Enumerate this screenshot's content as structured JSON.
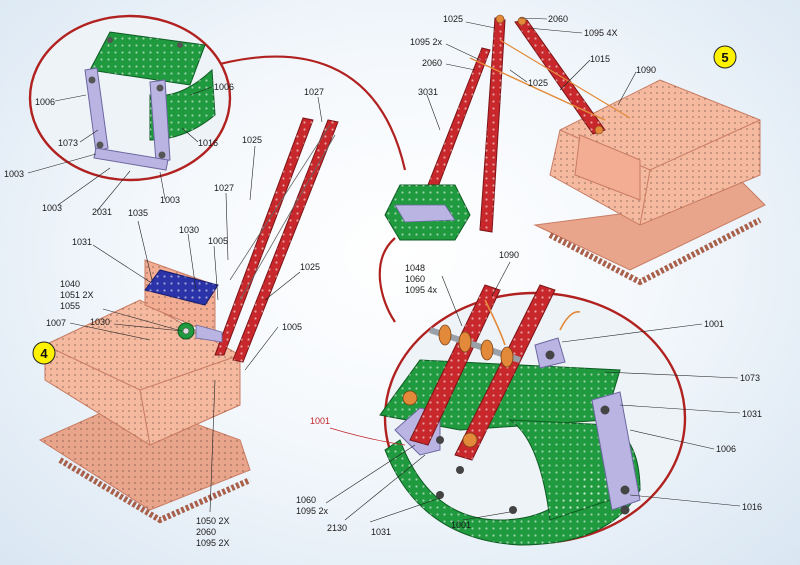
{
  "steps": [
    {
      "number": "4",
      "color": "#fff200"
    },
    {
      "number": "5",
      "color": "#fff200"
    }
  ],
  "colors": {
    "body_pink": "#f4b99f",
    "boom_red": "#c8282b",
    "plate_green": "#1f9a3e",
    "bracket_lilac": "#b9b4e2",
    "roof_blue": "#2b33a8",
    "circle_outline": "#b0211f",
    "wheel_orange": "#e38a3a"
  },
  "labels": {
    "a1006": "1006",
    "a1006b": "1006",
    "a1073": "1073",
    "a1016": "1016",
    "a1003a": "1003",
    "a1003b": "1003",
    "a1003c": "1003",
    "a2031": "2031",
    "b1027a": "1027",
    "b1025a": "1025",
    "b1027b": "1027",
    "b1035": "1035",
    "b1031": "1031",
    "b1030a": "1030",
    "b1005a": "1005",
    "b1025b": "1025",
    "b1040": "1040",
    "b1051": "1051 2X",
    "b1055": "1055",
    "b1007": "1007",
    "b1030b": "1030",
    "b1005b": "1005",
    "b1050": "1050 2X",
    "b2060": "2060",
    "b1095": "1095 2X",
    "c1025a": "1025",
    "c2060a": "2060",
    "c1095a": "1095 2x",
    "c1095b": "1095 4X",
    "c2060b": "2060",
    "c1025b": "1025",
    "c1015": "1015",
    "c1090": "1090",
    "c3031": "3031",
    "d1048": "1048",
    "d1060": "1060",
    "d1095": "1095 4x",
    "d1090": "1090",
    "d1001a": "1001",
    "d1073": "1073",
    "d1031a": "1031",
    "d1006": "1006",
    "d1016": "1016",
    "d1001red": "1001",
    "d1060b": "1060",
    "d1095b": "1095 2x",
    "d2130": "2130",
    "d1031b": "1031",
    "d1001b": "1001"
  }
}
